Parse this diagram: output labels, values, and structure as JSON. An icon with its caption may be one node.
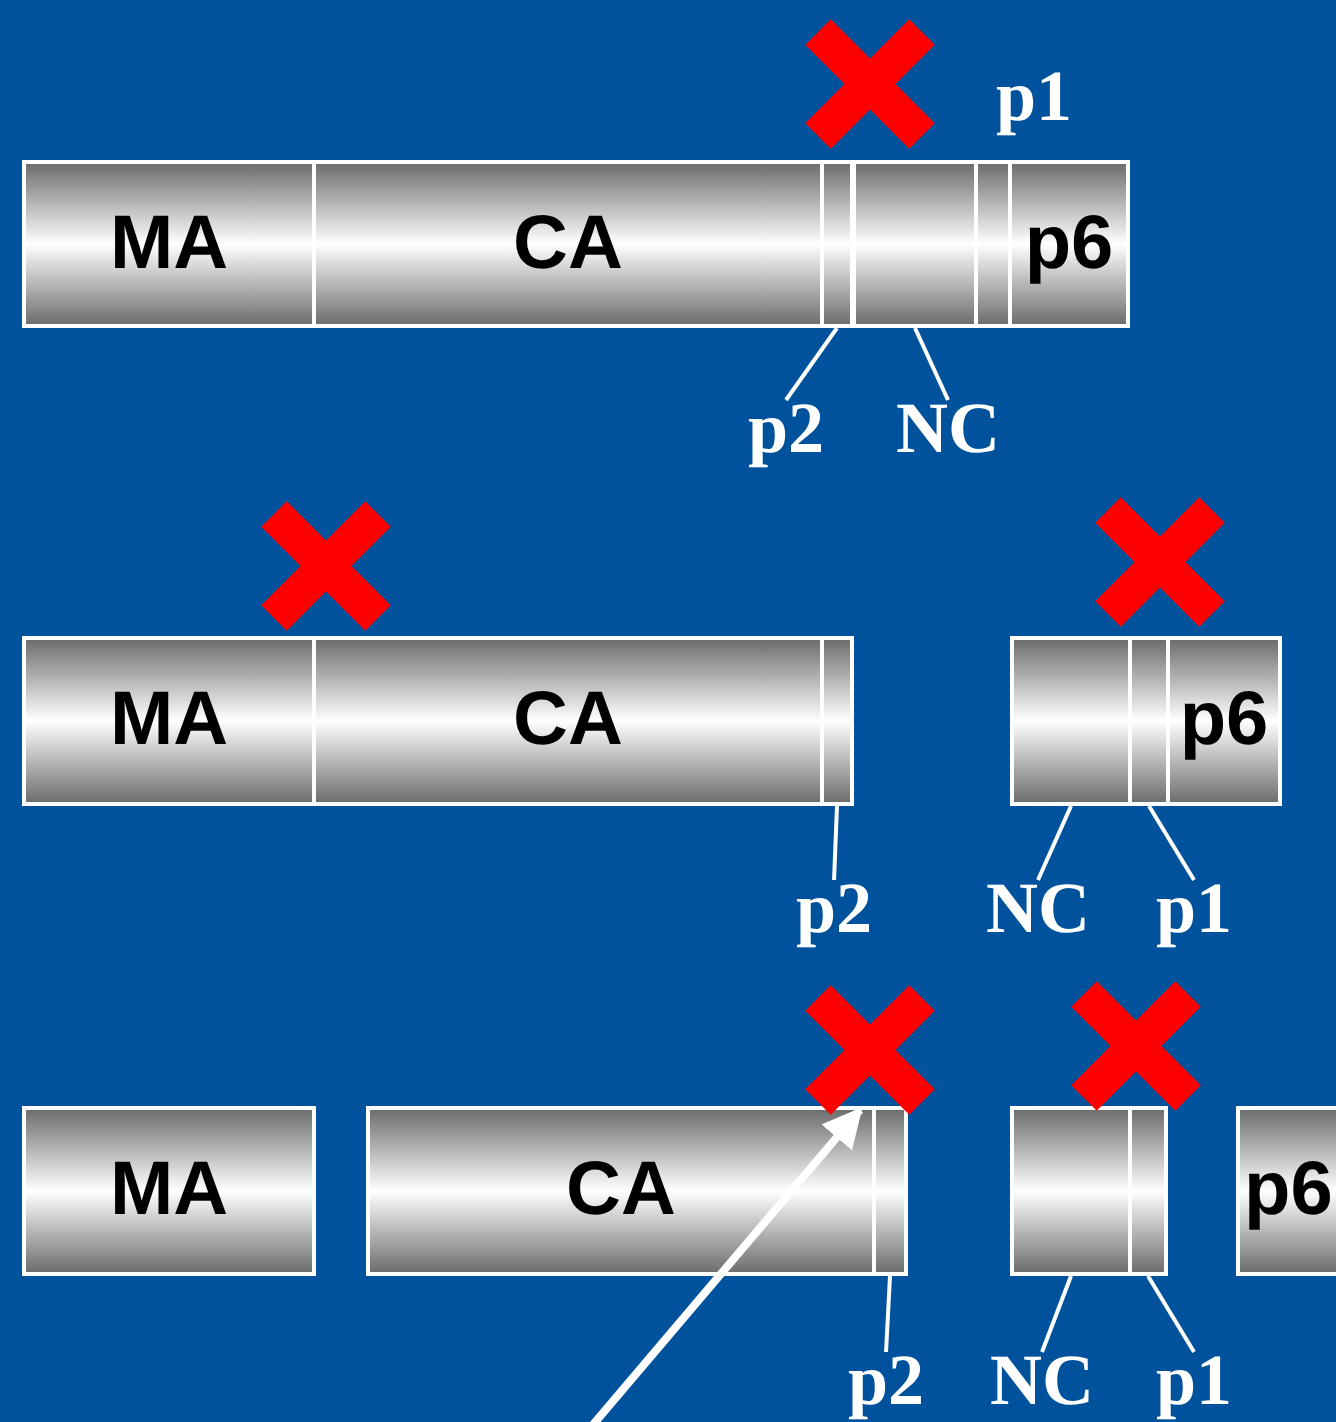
{
  "diagram": {
    "nodes": [
      {
        "text": [
          "MA"
        ]
      },
      {
        "text": [
          "CA"
        ]
      },
      {
        "text": [],
        "shape": "box"
      },
      {
        "text": [],
        "shape": "box"
      },
      {
        "text": [],
        "shape": "box"
      },
      {
        "text": [
          "p6"
        ]
      },
      {
        "text": [
          "p2"
        ]
      },
      {
        "text": [
          "NC"
        ]
      },
      {
        "text": [
          "MA"
        ]
      },
      {
        "text": [
          "CA"
        ]
      },
      {
        "text": [],
        "shape": "box"
      },
      {
        "text": [],
        "shape": "box"
      },
      {
        "text": [],
        "shape": "box"
      },
      {
        "text": [
          "p6"
        ]
      },
      {
        "text": [
          "p2"
        ]
      },
      {
        "text": [
          "NC"
        ]
      },
      {
        "text": [
          "p1"
        ]
      },
      {
        "text": [
          "MA"
        ]
      },
      {
        "text": [
          "CA"
        ]
      },
      {
        "text": [],
        "shape": "box"
      },
      {
        "text": [],
        "shape": "box"
      },
      {
        "text": [],
        "shape": "box"
      },
      {
        "text": [
          "p6"
        ]
      },
      {
        "text": [
          "p2"
        ]
      },
      {
        "text": [
          "NC"
        ]
      },
      {
        "text": [
          "p1"
        ]
      }
    ],
    "edges": [
      {
        "from": 6,
        "to": 2,
        "arrow": "none"
      },
      {
        "from": 7,
        "to": 3,
        "arrow": "none"
      },
      {
        "from": 14,
        "to": 10,
        "arrow": "none"
      },
      {
        "from": 15,
        "to": 11,
        "arrow": "none"
      },
      {
        "from": 16,
        "to": 12,
        "arrow": "none"
      },
      {
        "from": 23,
        "to": 19,
        "arrow": "none"
      },
      {
        "from": 24,
        "to": 20,
        "arrow": "none"
      },
      {
        "from": 25,
        "to": 21,
        "arrow": "none"
      },
      {
        "from": null,
        "to": 18,
        "arrow": "to",
        "style": "thick"
      }
    ],
    "labels": [
      "p1"
    ]
  }
}
